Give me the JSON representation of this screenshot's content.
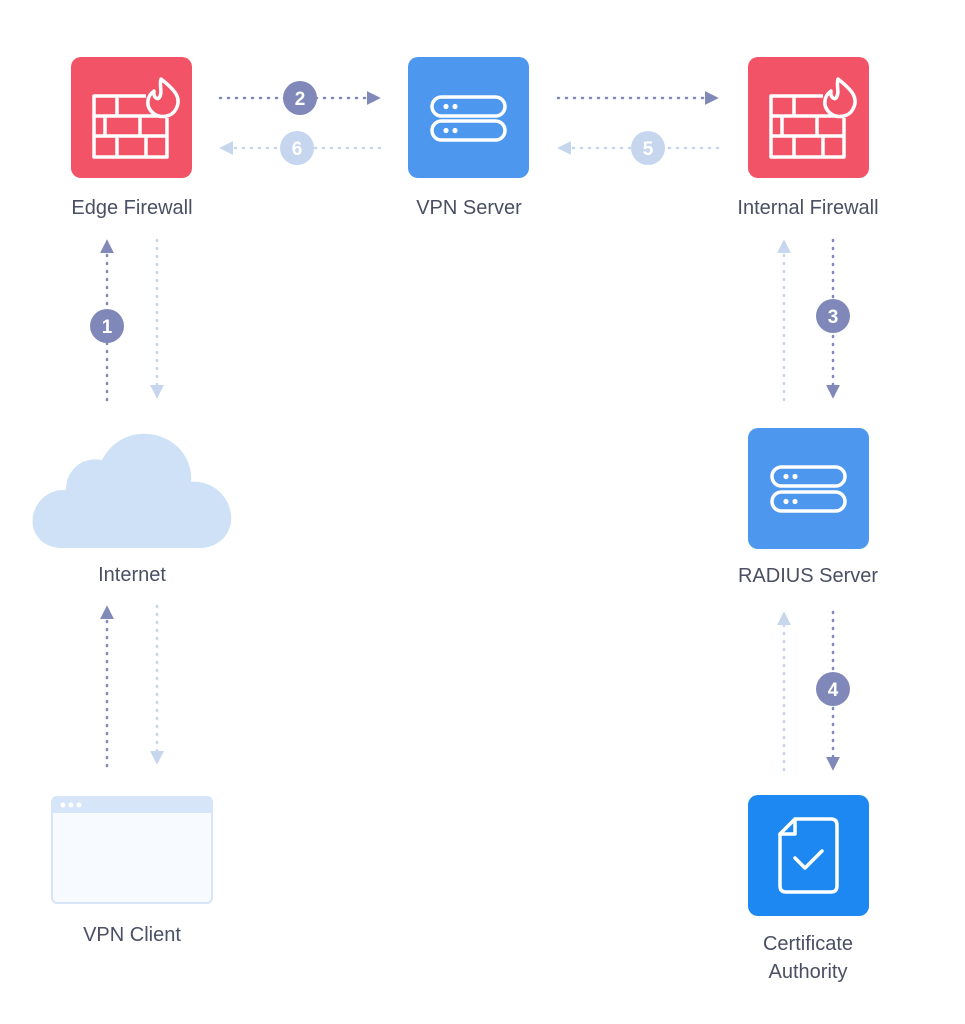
{
  "nodes": {
    "edge_firewall": {
      "label": "Edge Firewall",
      "icon": "firewall-flame-icon",
      "color": "#f25366"
    },
    "vpn_server": {
      "label": "VPN Server",
      "icon": "server-icon",
      "color": "#4e97ef"
    },
    "internal_firewall": {
      "label": "Internal Firewall",
      "icon": "firewall-flame-icon",
      "color": "#f25366"
    },
    "internet": {
      "label": "Internet",
      "icon": "cloud-icon",
      "color": "#cfe1f7"
    },
    "radius_server": {
      "label": "RADIUS Server",
      "icon": "server-icon",
      "color": "#4e97ef"
    },
    "vpn_client": {
      "label": "VPN Client",
      "icon": "browser-window-icon",
      "color": "#f7fbff"
    },
    "certificate_authority": {
      "label": "Certificate Authority",
      "icon": "certificate-check-icon",
      "color": "#1e88f2"
    }
  },
  "steps": [
    {
      "number": "1",
      "from": "Internet",
      "to": "Edge Firewall"
    },
    {
      "number": "2",
      "from": "Edge Firewall",
      "to": "VPN Server"
    },
    {
      "number": "3",
      "from": "Internal Firewall",
      "to": "RADIUS Server"
    },
    {
      "number": "4",
      "from": "RADIUS Server",
      "to": "Certificate Authority"
    },
    {
      "number": "5",
      "from": "Internal Firewall",
      "to": "VPN Server"
    },
    {
      "number": "6",
      "from": "VPN Server",
      "to": "Edge Firewall"
    }
  ],
  "colors": {
    "forward_arrow": "#8089b8",
    "return_arrow": "#c6d6ec",
    "forward_badge": "#7f88b9",
    "return_badge": "#c5d6ee",
    "label_text": "#4a4f63"
  }
}
